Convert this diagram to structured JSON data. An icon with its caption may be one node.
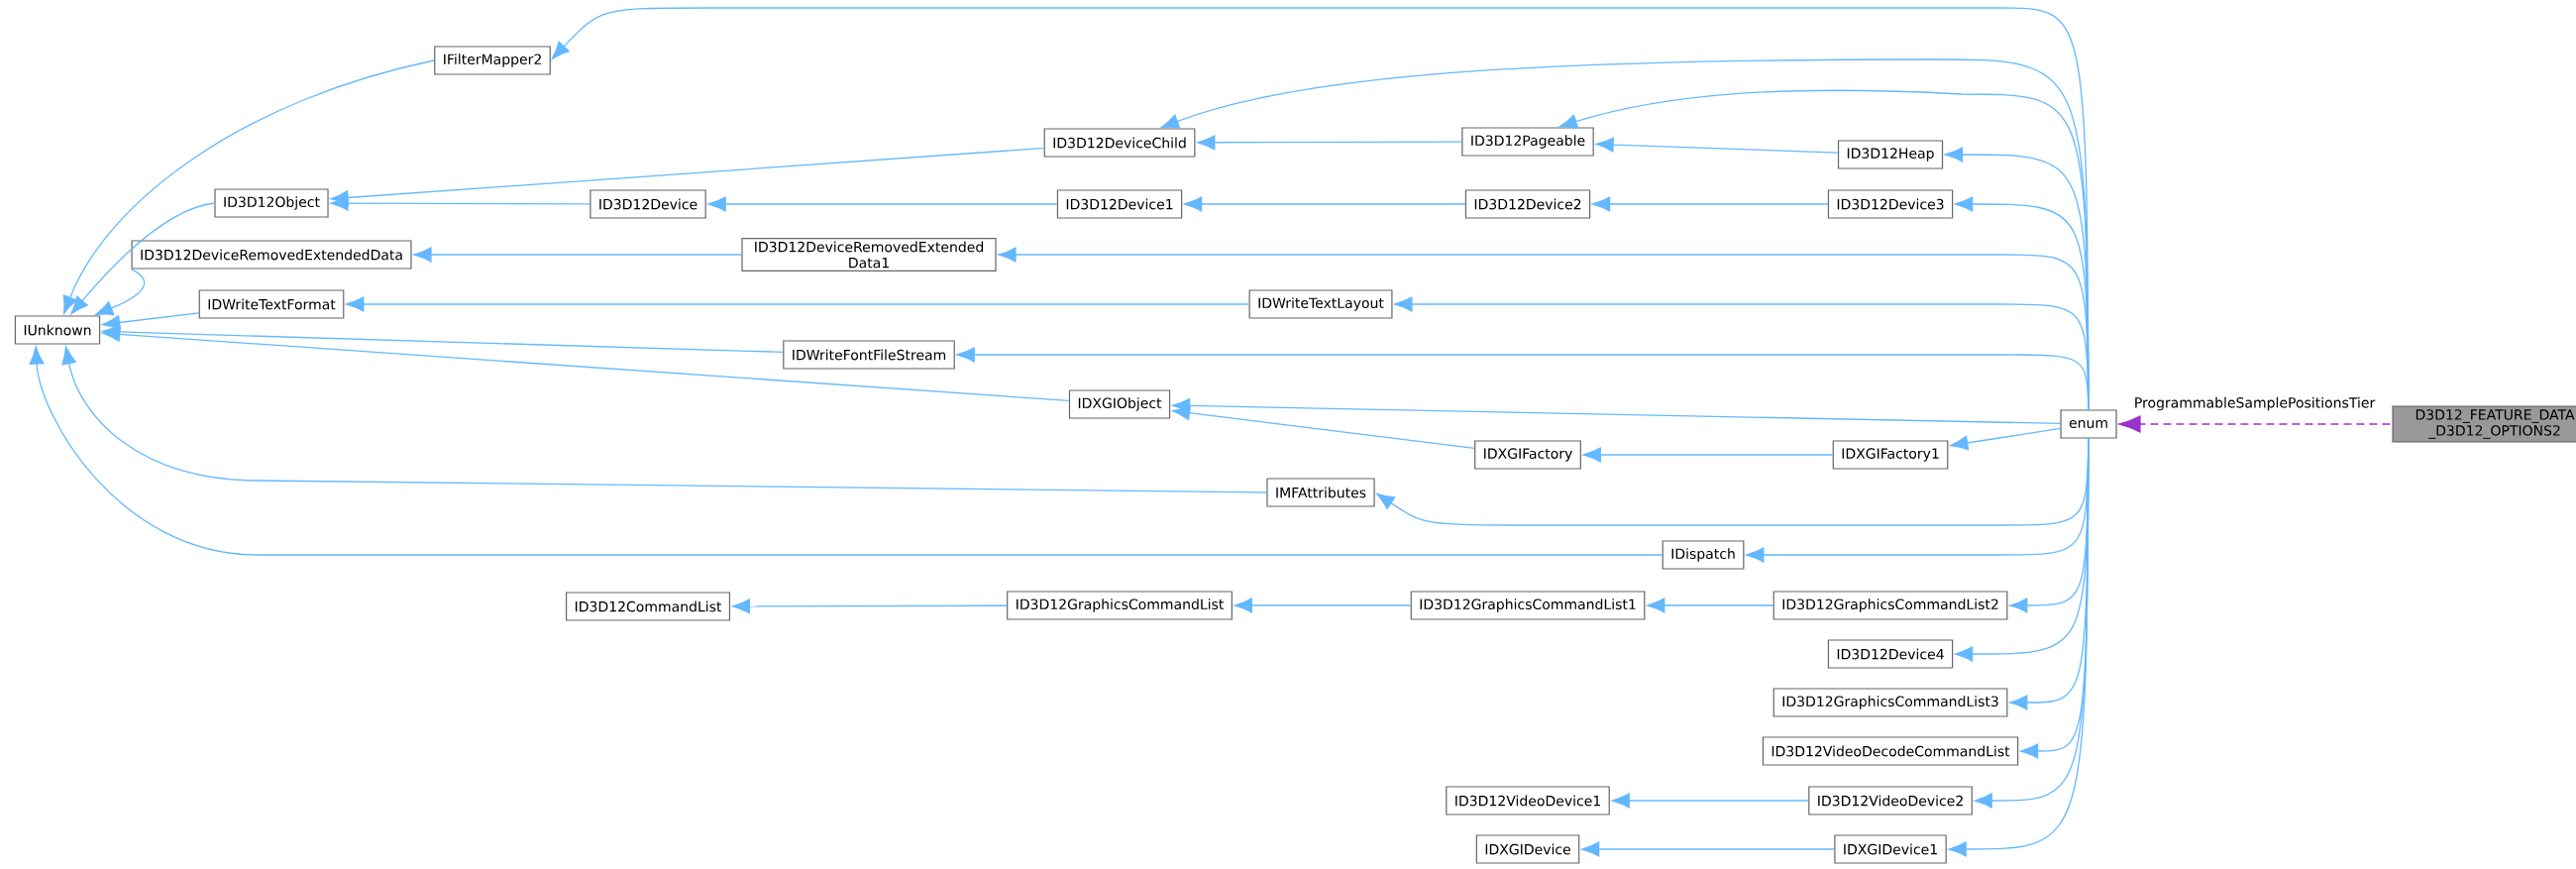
{
  "diagram": {
    "nodes": [
      {
        "text": [
          "IUnknown"
        ]
      },
      {
        "text": [
          "IFilterMapper2"
        ]
      },
      {
        "text": [
          "ID3D12Object"
        ]
      },
      {
        "text": [
          "ID3D12DeviceRemovedExtendedData"
        ]
      },
      {
        "text": [
          "IDWriteTextFormat"
        ]
      },
      {
        "text": [
          "ID3D12DeviceChild"
        ]
      },
      {
        "text": [
          "ID3D12Device"
        ]
      },
      {
        "text": [
          "ID3D12DeviceRemovedExtended Data1"
        ]
      },
      {
        "text": [
          "IDWriteFontFileStream"
        ]
      },
      {
        "text": [
          "IDXGIObject"
        ]
      },
      {
        "text": [
          "IMFAttributes"
        ]
      },
      {
        "text": [
          "IDispatch"
        ]
      },
      {
        "text": [
          "ID3D12CommandList"
        ]
      },
      {
        "text": [
          "ID3D12Pageable"
        ]
      },
      {
        "text": [
          "ID3D12Device1"
        ]
      },
      {
        "text": [
          "IDWriteTextLayout"
        ]
      },
      {
        "text": [
          "IDXGIFactory"
        ]
      },
      {
        "text": [
          "ID3D12GraphicsCommandList"
        ]
      },
      {
        "text": [
          "ID3D12Heap"
        ]
      },
      {
        "text": [
          "ID3D12Device2"
        ]
      },
      {
        "text": [
          "ID3D12Device3"
        ]
      },
      {
        "text": [
          "IDXGIFactory1"
        ]
      },
      {
        "text": [
          "ID3D12GraphicsCommandList1"
        ]
      },
      {
        "text": [
          "ID3D12GraphicsCommandList2"
        ]
      },
      {
        "text": [
          "ID3D12Device4"
        ]
      },
      {
        "text": [
          "ID3D12GraphicsCommandList3"
        ]
      },
      {
        "text": [
          "ID3D12VideoDecodeCommandList"
        ]
      },
      {
        "text": [
          "ID3D12VideoDevice1"
        ]
      },
      {
        "text": [
          "ID3D12VideoDevice2"
        ]
      },
      {
        "text": [
          "IDXGIDevice"
        ]
      },
      {
        "text": [
          "IDXGIDevice1"
        ]
      },
      {
        "text": [
          "enum"
        ]
      },
      {
        "text": [
          "D3D12_FEATURE_DATA _D3D12_OPTIONS2"
        ]
      }
    ],
    "edges": [
      {
        "from": 1,
        "to": 0,
        "arrow": "to"
      },
      {
        "from": 2,
        "to": 0,
        "arrow": "to"
      },
      {
        "from": 3,
        "to": 0,
        "arrow": "to"
      },
      {
        "from": 4,
        "to": 0,
        "arrow": "to"
      },
      {
        "from": 8,
        "to": 0,
        "arrow": "to"
      },
      {
        "from": 9,
        "to": 0,
        "arrow": "to"
      },
      {
        "from": 10,
        "to": 0,
        "arrow": "to"
      },
      {
        "from": 11,
        "to": 0,
        "arrow": "to"
      },
      {
        "from": 5,
        "to": 2,
        "arrow": "to"
      },
      {
        "from": 6,
        "to": 2,
        "arrow": "to"
      },
      {
        "from": 7,
        "to": 3,
        "arrow": "to"
      },
      {
        "from": 15,
        "to": 4,
        "arrow": "to"
      },
      {
        "from": 13,
        "to": 5,
        "arrow": "to"
      },
      {
        "from": 14,
        "to": 6,
        "arrow": "to"
      },
      {
        "from": 16,
        "to": 9,
        "arrow": "to"
      },
      {
        "from": 17,
        "to": 12,
        "arrow": "to"
      },
      {
        "from": 18,
        "to": 13,
        "arrow": "to"
      },
      {
        "from": 19,
        "to": 14,
        "arrow": "to"
      },
      {
        "from": 21,
        "to": 16,
        "arrow": "to"
      },
      {
        "from": 22,
        "to": 17,
        "arrow": "to"
      },
      {
        "from": 20,
        "to": 19,
        "arrow": "to"
      },
      {
        "from": 23,
        "to": 22,
        "arrow": "to"
      },
      {
        "from": 28,
        "to": 27,
        "arrow": "to"
      },
      {
        "from": 30,
        "to": 29,
        "arrow": "to"
      },
      {
        "from": 31,
        "to": 1,
        "arrow": "to"
      },
      {
        "from": 31,
        "to": 5,
        "arrow": "to"
      },
      {
        "from": 31,
        "to": 13,
        "arrow": "to"
      },
      {
        "from": 31,
        "to": 18,
        "arrow": "to"
      },
      {
        "from": 31,
        "to": 20,
        "arrow": "to"
      },
      {
        "from": 31,
        "to": 7,
        "arrow": "to"
      },
      {
        "from": 31,
        "to": 15,
        "arrow": "to"
      },
      {
        "from": 31,
        "to": 8,
        "arrow": "to"
      },
      {
        "from": 31,
        "to": 9,
        "arrow": "to"
      },
      {
        "from": 31,
        "to": 21,
        "arrow": "to"
      },
      {
        "from": 31,
        "to": 10,
        "arrow": "to"
      },
      {
        "from": 31,
        "to": 11,
        "arrow": "to"
      },
      {
        "from": 31,
        "to": 23,
        "arrow": "to"
      },
      {
        "from": 31,
        "to": 24,
        "arrow": "to"
      },
      {
        "from": 31,
        "to": 25,
        "arrow": "to"
      },
      {
        "from": 31,
        "to": 26,
        "arrow": "to"
      },
      {
        "from": 31,
        "to": 28,
        "arrow": "to"
      },
      {
        "from": 31,
        "to": 30,
        "arrow": "to"
      },
      {
        "from": 32,
        "to": 31,
        "arrow": "to",
        "label": "ProgrammableSamplePositionsTier",
        "style": "dashed",
        "color": "#9a32cd"
      }
    ]
  }
}
